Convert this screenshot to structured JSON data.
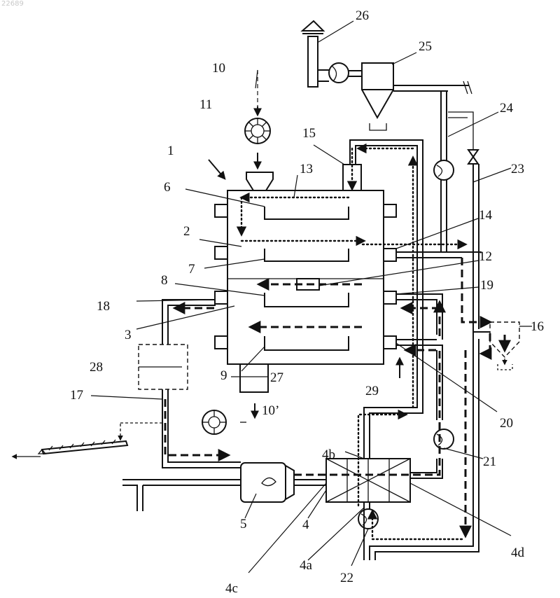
{
  "image_id_text": "22689",
  "colors": {
    "ink": "#111111",
    "background": "#ffffff"
  },
  "labels": {
    "l1": "1",
    "l2": "2",
    "l3": "3",
    "l4": "4",
    "l4a": "4a",
    "l4b": "4b",
    "l4c": "4c",
    "l4d": "4d",
    "l5": "5",
    "l6": "6",
    "l7": "7",
    "l8": "8",
    "l9": "9",
    "l10": "10",
    "l10p": "10’",
    "l11": "11",
    "l12": "12",
    "l13": "13",
    "l14": "14",
    "l15": "15",
    "l16": "16",
    "l17": "17",
    "l18": "18",
    "l19": "19",
    "l20": "20",
    "l21": "21",
    "l22": "22",
    "l23": "23",
    "l24": "24",
    "l25": "25",
    "l26": "26",
    "l27": "27",
    "l28": "28",
    "l29": "29"
  },
  "icons": [
    "chimney-icon",
    "fan-icon",
    "cyclone-icon",
    "pump-icon",
    "valve-icon",
    "burner-icon",
    "heat-exchanger-icon",
    "screw-conveyor-icon",
    "hopper-icon",
    "rotary-feeder-icon"
  ]
}
